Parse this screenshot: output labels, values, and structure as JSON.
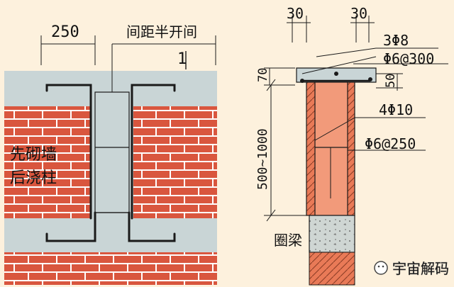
{
  "left": {
    "dim_250": "250",
    "spacing_label": "间距半开间",
    "tick_mark": "1",
    "wall_note_line1": "先砌墙",
    "wall_note_line2": "后浇柱"
  },
  "right": {
    "dim_top_a": "30",
    "dim_top_b": "30",
    "rebar_top": "3Φ8",
    "stirrup_top": "Φ6@300",
    "dim_70": "70",
    "dim_50": "50",
    "rebar_mid": "4Φ10",
    "stirrup_mid": "Φ6@250",
    "dim_height": "500~1000",
    "ring_beam": "圈梁"
  },
  "watermark": "宇宙解码",
  "colors": {
    "background": "#fdf1dd",
    "brick": "#d9563e",
    "mortar": "#ffffff",
    "concrete": "#c9d5d6",
    "column_fill": "#f29a7a",
    "steel": "#1a1a1a"
  }
}
